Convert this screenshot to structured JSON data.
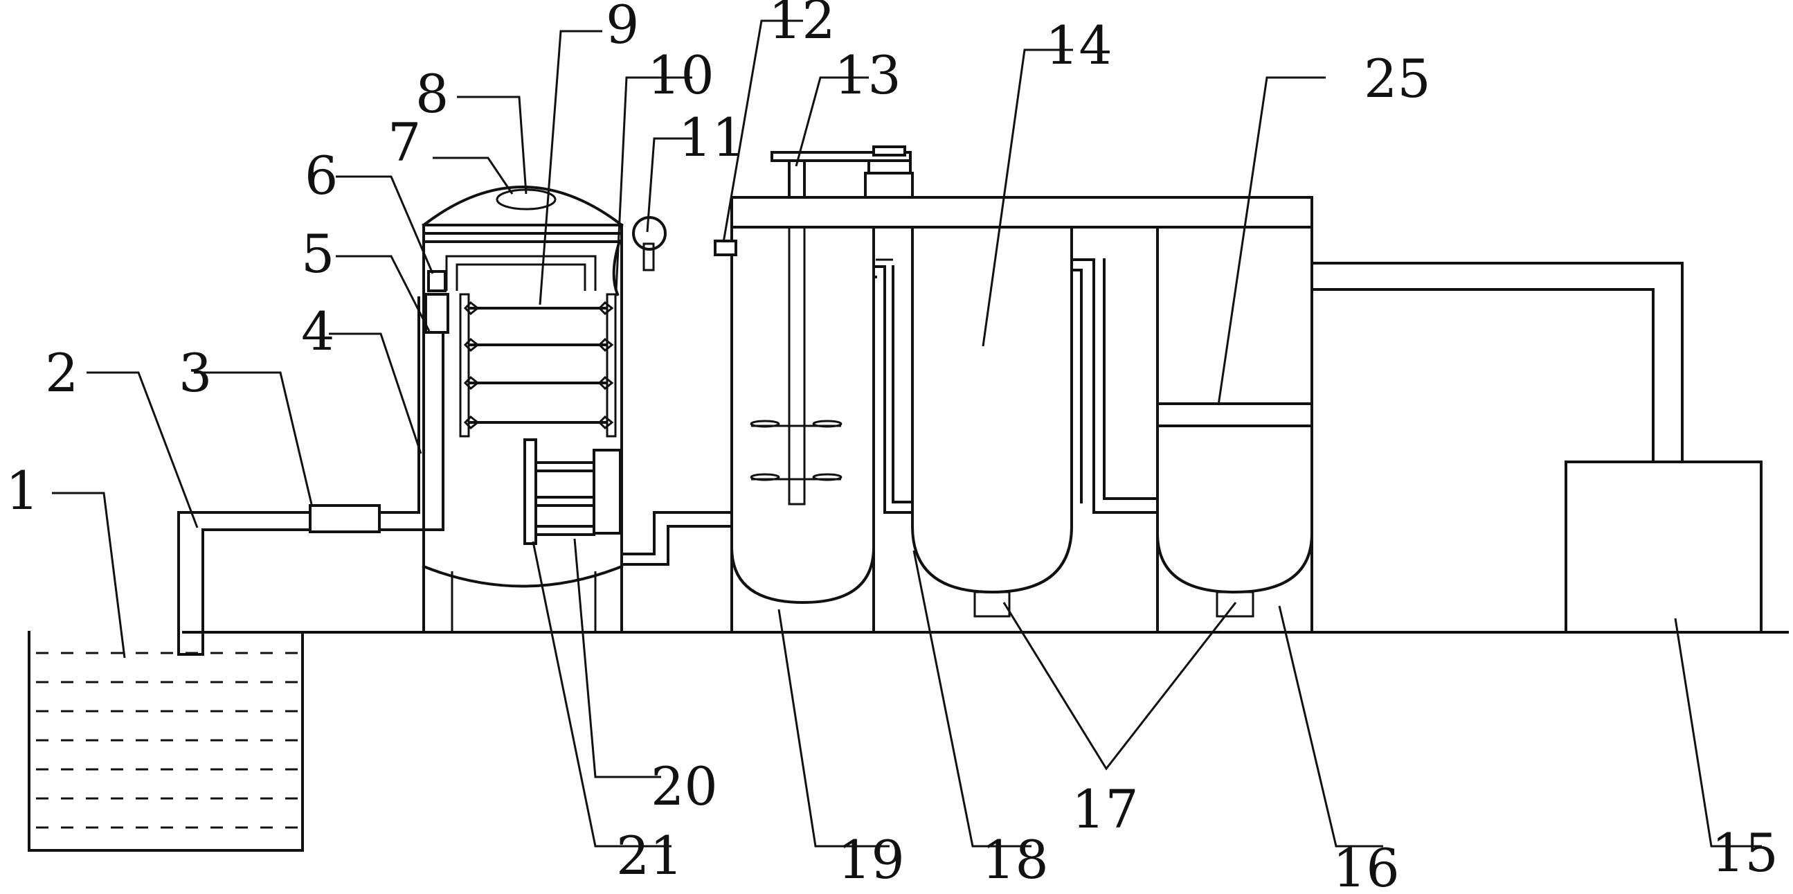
{
  "labels": {
    "l1": "1",
    "l2": "2",
    "l3": "3",
    "l4": "4",
    "l5": "5",
    "l6": "6",
    "l7": "7",
    "l8": "8",
    "l9": "9",
    "l10": "10",
    "l11": "11",
    "l12": "12",
    "l13": "13",
    "l14": "14",
    "l15": "15",
    "l16": "16",
    "l17": "17",
    "l18": "18",
    "l19": "19",
    "l20": "20",
    "l21": "21",
    "l25": "25"
  }
}
